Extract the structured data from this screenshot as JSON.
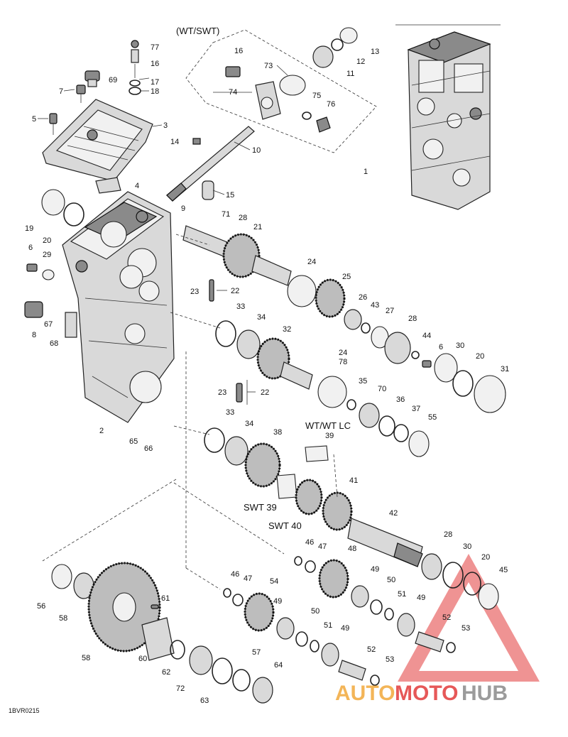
{
  "header": {
    "variant_label": "(WT/SWT)"
  },
  "footer": {
    "figure_code": "1BVR0215"
  },
  "watermark": {
    "brand_part1": "AUTO",
    "brand_part2": "MOTO",
    "brand_part3": "HUB",
    "color_orange": "#f2a93b",
    "color_red": "#e23b3b",
    "color_grey": "#8a8a8a"
  },
  "callouts": {
    "c77": "77",
    "c16a": "16",
    "c69": "69",
    "c17": "17",
    "c18": "18",
    "c7": "7",
    "c5": "5",
    "c3": "3",
    "c14": "14",
    "c10": "10",
    "c4": "4",
    "c9": "9",
    "c15": "15",
    "c16b": "16",
    "c73": "73",
    "c74": "74",
    "c75": "75",
    "c76": "76",
    "c11": "11",
    "c12": "12",
    "c13": "13",
    "c1": "1",
    "c19": "19",
    "c20a": "20",
    "c6a": "6",
    "c29": "29",
    "c71": "71",
    "c28a": "28",
    "c21": "21",
    "c24a": "24",
    "c25": "25",
    "c26": "26",
    "c43": "43",
    "c27": "27",
    "c28b": "28",
    "c44": "44",
    "c6b": "6",
    "c30a": "30",
    "c20b": "20",
    "c31": "31",
    "c23a": "23",
    "c22a": "22",
    "c8": "8",
    "c67": "67",
    "c68": "68",
    "c33a": "33",
    "c34a": "34",
    "c32": "32",
    "c24b": "24",
    "c78": "78",
    "c35": "35",
    "c70": "70",
    "c36": "36",
    "c37": "37",
    "c55": "55",
    "c23b": "23",
    "c22b": "22",
    "wt_lc": "WT/WT LC",
    "c39": "39",
    "c33b": "33",
    "c34b": "34",
    "c38": "38",
    "c2": "2",
    "c65": "65",
    "c66": "66",
    "swt39": "SWT 39",
    "swt40": "SWT 40",
    "c41": "41",
    "c42": "42",
    "c46a": "46",
    "c47a": "47",
    "c48": "48",
    "c28c": "28",
    "c30b": "30",
    "c20c": "20",
    "c45": "45",
    "c49a": "49",
    "c50a": "50",
    "c51a": "51",
    "c49b": "49",
    "c52a": "52",
    "c53a": "53",
    "c46b": "46",
    "c47b": "47",
    "c54": "54",
    "c49c": "49",
    "c50b": "50",
    "c51b": "51",
    "c49d": "49",
    "c52b": "52",
    "c53b": "53",
    "c56": "56",
    "c58a": "58",
    "c58b": "58",
    "c61": "61",
    "c60": "60",
    "c62": "62",
    "c72": "72",
    "c63": "63",
    "c57": "57",
    "c64": "64"
  }
}
